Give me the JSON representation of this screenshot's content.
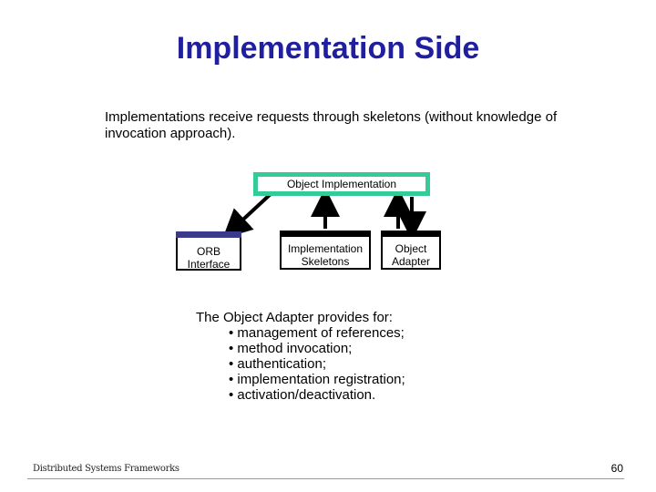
{
  "slide": {
    "title": "Implementation Side",
    "intro": "Implementations receive requests through skeletons (without knowledge of invocation approach).",
    "footer": "Distributed Systems Frameworks",
    "page_number": "60"
  },
  "diagram": {
    "object_implementation": "Object Implementation",
    "orb_interface": "ORB Interface",
    "implementation_skeletons": "Implementation Skeletons",
    "object_adapter": "Object Adapter"
  },
  "adapter_provides": {
    "heading": "The Object Adapter provides for:",
    "items": [
      "• management of references;",
      "• method invocation;",
      "• authentication;",
      "• implementation registration;",
      "• activation/deactivation."
    ]
  },
  "colors": {
    "title": "#1f1fa0",
    "impl_border": "#33cc99",
    "orb_bar": "#3a3a8a"
  }
}
